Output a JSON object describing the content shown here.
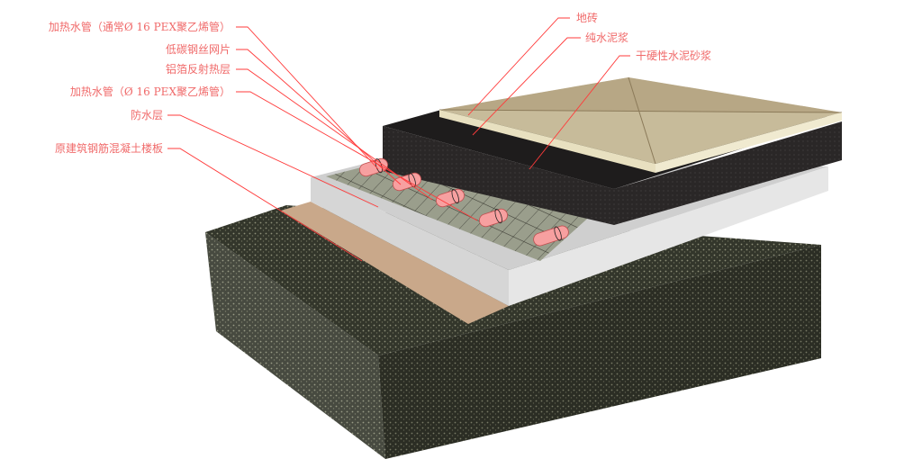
{
  "labels_left": [
    {
      "text": "加热水管（通常Ø 16 PEX聚乙烯管）"
    },
    {
      "text": "低碳钢丝网片"
    },
    {
      "text": "铝箔反射热层"
    },
    {
      "text": "加热水管（Ø 16 PEX聚乙烯管）"
    },
    {
      "text": "防水层"
    },
    {
      "text": "原建筑钢筋混凝土楼板"
    }
  ],
  "labels_right": [
    {
      "text": "地砖"
    },
    {
      "text": "纯水泥浆"
    },
    {
      "text": "干硬性水泥砂浆"
    }
  ],
  "colors": {
    "leader": "#ff3b3b",
    "label": "#f06a6a",
    "pipe": "#f7a0a0",
    "concrete": "#3a3d30",
    "mortar": "#2e2b2a",
    "tile": "#c8bb9c",
    "insulation": "#d9d9d9",
    "waterproof": "#c9a88a"
  }
}
